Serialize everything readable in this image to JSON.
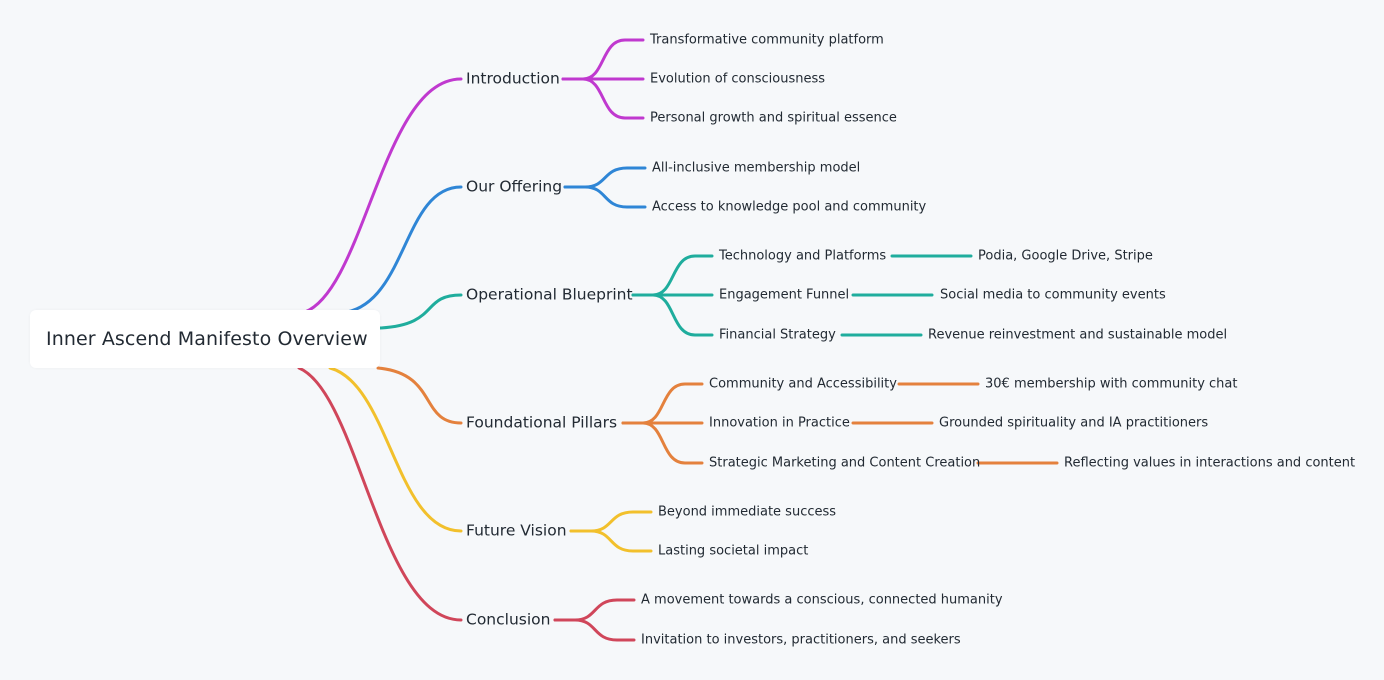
{
  "root": {
    "label": "Inner Ascend Manifesto Overview"
  },
  "branches": [
    {
      "label": "Introduction",
      "color": "#c039cf",
      "children": [
        {
          "label": "Transformative community platform"
        },
        {
          "label": "Evolution of consciousness"
        },
        {
          "label": "Personal growth and spiritual essence"
        }
      ]
    },
    {
      "label": "Our Offering",
      "color": "#2f86d6",
      "children": [
        {
          "label": "All-inclusive membership model"
        },
        {
          "label": "Access to knowledge pool and community"
        }
      ]
    },
    {
      "label": "Operational Blueprint",
      "color": "#1fad9d",
      "children": [
        {
          "label": "Technology and Platforms",
          "detail": "Podia, Google Drive, Stripe"
        },
        {
          "label": "Engagement Funnel",
          "detail": "Social media to community events"
        },
        {
          "label": "Financial Strategy",
          "detail": "Revenue reinvestment and sustainable model"
        }
      ]
    },
    {
      "label": "Foundational Pillars",
      "color": "#e4813d",
      "children": [
        {
          "label": "Community and Accessibility",
          "detail": "30€ membership with community chat"
        },
        {
          "label": "Innovation in Practice",
          "detail": "Grounded spirituality and IA practitioners"
        },
        {
          "label": "Strategic Marketing and Content Creation",
          "detail": "Reflecting values in interactions and content"
        }
      ]
    },
    {
      "label": "Future Vision",
      "color": "#f2c02c",
      "children": [
        {
          "label": "Beyond immediate success"
        },
        {
          "label": "Lasting societal impact"
        }
      ]
    },
    {
      "label": "Conclusion",
      "color": "#d0465a",
      "children": [
        {
          "label": "A movement towards a conscious, connected humanity"
        },
        {
          "label": "Invitation to investors, practitioners, and seekers"
        }
      ]
    }
  ]
}
